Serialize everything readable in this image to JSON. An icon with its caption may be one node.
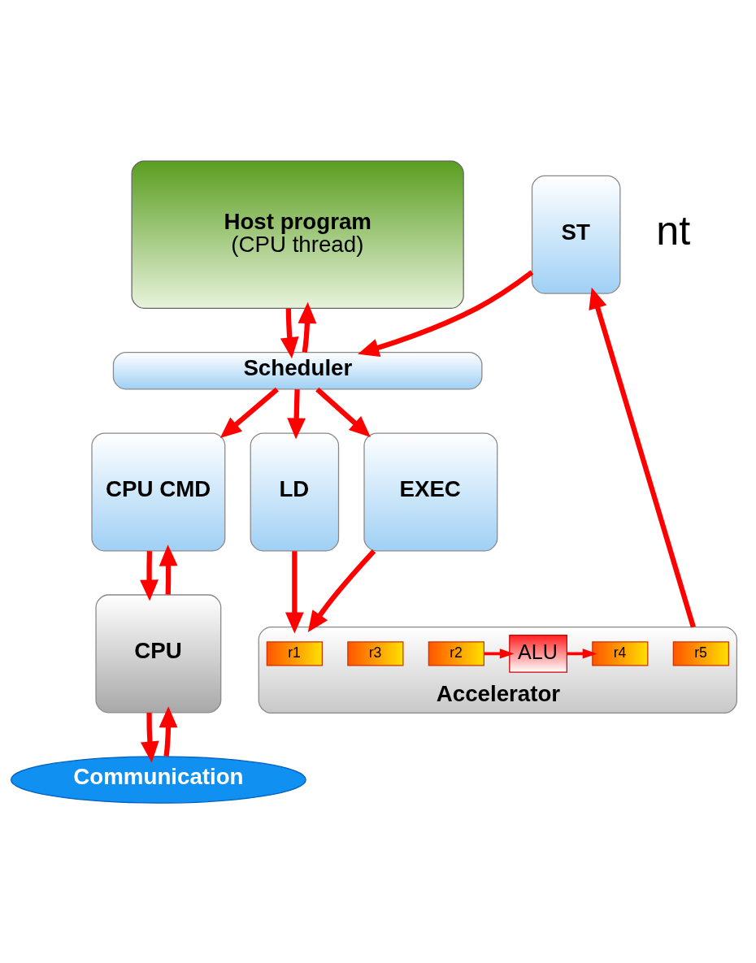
{
  "diagram": {
    "nodes": [
      {
        "text": [
          "Host program",
          "(CPU thread)"
        ]
      },
      {
        "text": [
          "Scheduler"
        ]
      },
      {
        "text": [
          "CPU CMD"
        ]
      },
      {
        "text": [
          "LD"
        ]
      },
      {
        "text": [
          "EXEC"
        ]
      },
      {
        "text": [
          "ST"
        ]
      },
      {
        "text": [
          "CPU"
        ]
      },
      {
        "text": [
          "Accelerator"
        ]
      },
      {
        "text": [
          "r1"
        ],
        "in": 7
      },
      {
        "text": [
          "r2"
        ],
        "in": 7
      },
      {
        "text": [
          "r3"
        ],
        "in": 7
      },
      {
        "text": [
          "ALU"
        ],
        "in": 7
      },
      {
        "text": [
          "r4"
        ],
        "in": 7
      },
      {
        "text": [
          "r5"
        ],
        "in": 7
      },
      {
        "text": [
          "Communication"
        ]
      }
    ],
    "edges": [
      {
        "from": 0,
        "to": 1,
        "arrow": "to"
      },
      {
        "from": 1,
        "to": 0,
        "arrow": "to"
      },
      {
        "from": 1,
        "to": 2,
        "arrow": "to"
      },
      {
        "from": 1,
        "to": 3,
        "arrow": "to"
      },
      {
        "from": 1,
        "to": 4,
        "arrow": "to"
      },
      {
        "from": 5,
        "to": 1,
        "arrow": "to"
      },
      {
        "from": 2,
        "to": 6,
        "arrow": "to"
      },
      {
        "from": 6,
        "to": 2,
        "arrow": "to"
      },
      {
        "from": 3,
        "to": 7,
        "arrow": "to"
      },
      {
        "from": 4,
        "to": 7,
        "arrow": "to"
      },
      {
        "from": 7,
        "to": 5,
        "arrow": "to"
      },
      {
        "from": 9,
        "to": 11,
        "arrow": "to"
      },
      {
        "from": 11,
        "to": 12,
        "arrow": "to"
      },
      {
        "from": 6,
        "to": 14,
        "arrow": "to"
      },
      {
        "from": 14,
        "to": 6,
        "arrow": "to"
      }
    ],
    "labels": [
      "nt"
    ]
  }
}
